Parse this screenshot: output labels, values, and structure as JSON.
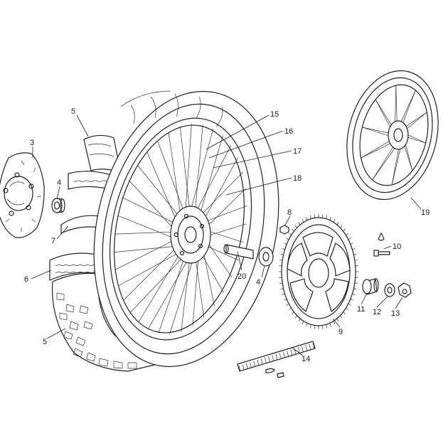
{
  "diagram": {
    "callouts": [
      {
        "id": "c1",
        "text": "3"
      },
      {
        "id": "c2",
        "text": "4"
      },
      {
        "id": "c3",
        "text": "5"
      },
      {
        "id": "c4",
        "text": "5"
      },
      {
        "id": "c5",
        "text": "6"
      },
      {
        "id": "c6",
        "text": "7"
      },
      {
        "id": "c7",
        "text": "8"
      },
      {
        "id": "c8",
        "text": "4"
      },
      {
        "id": "c9",
        "text": "9"
      },
      {
        "id": "c10",
        "text": "10"
      },
      {
        "id": "c11",
        "text": "11"
      },
      {
        "id": "c12",
        "text": "12"
      },
      {
        "id": "c13",
        "text": "13"
      },
      {
        "id": "c14",
        "text": "14"
      },
      {
        "id": "c15",
        "text": "15"
      },
      {
        "id": "c16",
        "text": "16"
      },
      {
        "id": "c17",
        "text": "17"
      },
      {
        "id": "c18",
        "text": "18"
      },
      {
        "id": "c19",
        "text": "19"
      },
      {
        "id": "c20",
        "text": "20"
      }
    ]
  }
}
